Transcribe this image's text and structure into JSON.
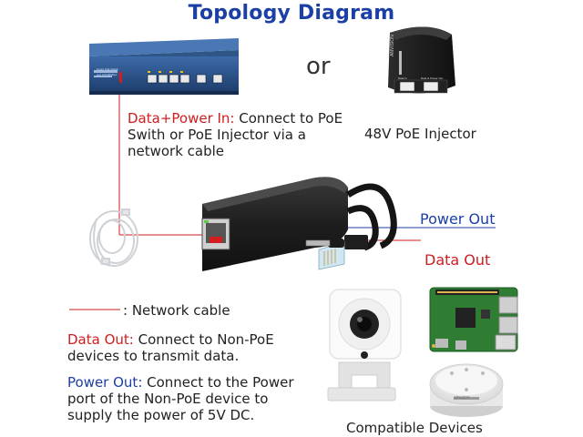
{
  "title": "Topology Diagram",
  "or_text": "or",
  "switch": {
    "brand_text": "Smart PoE Switch",
    "port_text": "4+2 10/100Mbps"
  },
  "injector": {
    "brand_text": "ANVISION",
    "port_label_left": "Data In",
    "port_label_right": "Data & Power Out",
    "caption": "48V PoE Injector"
  },
  "data_power_in": {
    "heading": "Data+Power In:",
    "line1_rest": " Connect to PoE",
    "line2": "Swith or PoE Injector via a",
    "line3": "network cable"
  },
  "labels": {
    "power_out": "Power Out",
    "data_out": "Data Out"
  },
  "legend": {
    "network_cable": ": Network cable"
  },
  "data_out_desc": {
    "heading": "Data Out:",
    "line1_rest": " Connect to Non-PoE",
    "line2": "devices to transmit data."
  },
  "power_out_desc": {
    "heading": "Power Out:",
    "line1_rest": " Connect to the Power",
    "line2": "port of the Non-PoE device to",
    "line3": "supply the power of 5V DC."
  },
  "compatible_devices": "Compatible Devices",
  "speaker_brand": "amazon",
  "colors": {
    "title_blue": "#1c3fa6",
    "accent_red": "#d11d1d",
    "switch_blue": "#2a4f86",
    "device_black": "#1b1b1b",
    "pcb_green": "#2f7d32"
  }
}
